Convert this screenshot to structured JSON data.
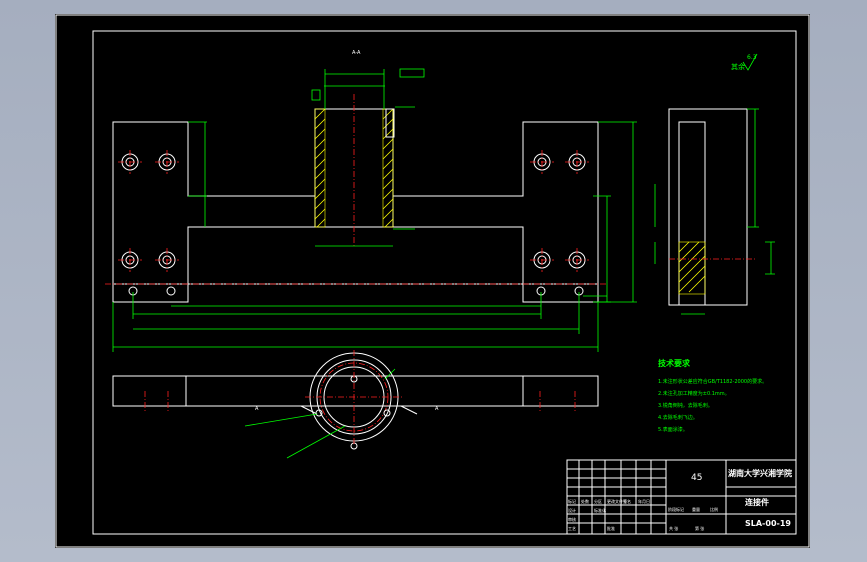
{
  "drawing": {
    "roughness_note": "其余",
    "roughness_value": "6.3",
    "top_center_label": "A-A",
    "section_left_label": "A",
    "section_right_label": "A",
    "tech_title": "技术要求",
    "tech_items": [
      "1.未注形状公差应符合GB/T1182-2000的要求。",
      "2.未注孔加工精度为±0.1mm。",
      "3.锐角倒钝，去除毛刺。",
      "4.去除毛刺飞边。",
      "5.表面涂漆。"
    ],
    "title_block": {
      "material": "45",
      "school": "湖南大学兴湘学院",
      "part_name": "连接件",
      "drawing_no": "SLA-00-19",
      "labels": [
        "标记",
        "处数",
        "分区",
        "更改文件号",
        "签名",
        "年月日",
        "设计",
        "标准化",
        "阶段标记",
        "重量",
        "比例",
        "审核",
        "工艺",
        "批准",
        "共 张",
        "第 张"
      ]
    }
  }
}
